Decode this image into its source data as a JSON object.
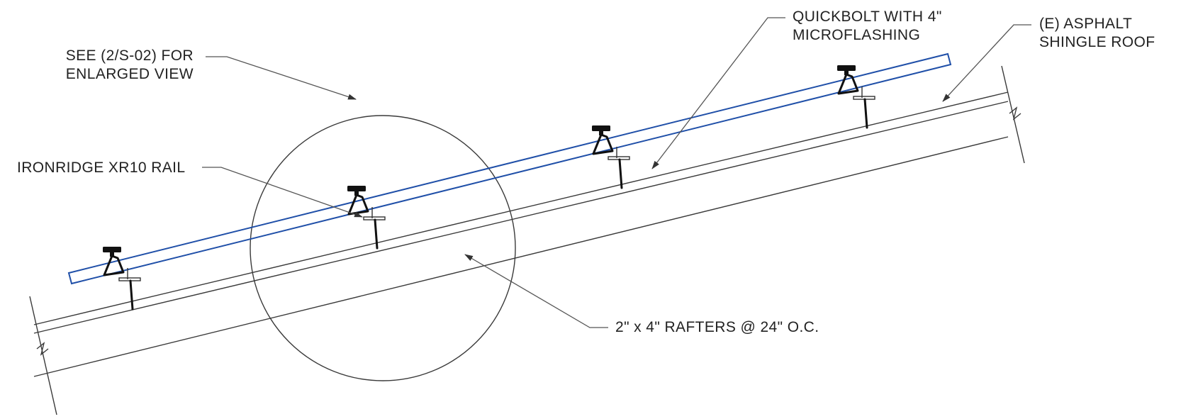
{
  "labels": {
    "see_detail": "SEE (2/S-02) FOR\nENLARGED VIEW",
    "rail": "IRONRIDGE XR10 RAIL",
    "quickbolt": "QUICKBOLT WITH 4\"\nMICROFLASHING",
    "roof": "(E) ASPHALT\nSHINGLE ROOF",
    "rafters": "2\" x 4\" RAFTERS @ 24\" O.C."
  },
  "colors": {
    "rail": "#1f4fa8",
    "linework": "#3a3a3a",
    "text": "#222222"
  },
  "mounts": {
    "count": 4,
    "icon": "quickbolt-l-foot-icon"
  }
}
